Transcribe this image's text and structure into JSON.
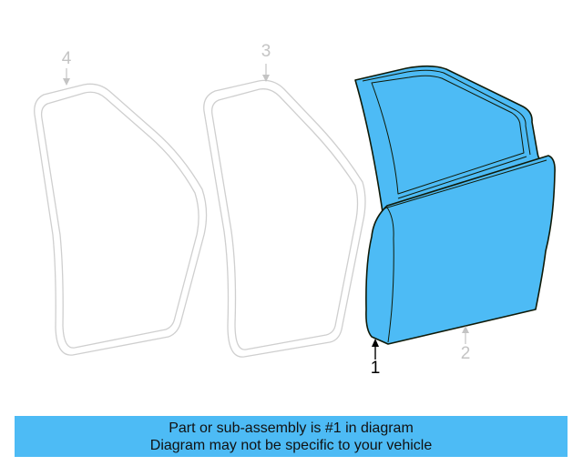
{
  "diagram": {
    "title": "Front door assembly exploded diagram",
    "colors": {
      "highlight_fill": "#4dbbf5",
      "highlight_stroke": "#0f1a08",
      "muted_stroke": "#cfcfcf",
      "muted_label": "#c4c4c4",
      "active_label": "#000000",
      "background": "#ffffff"
    },
    "parts": [
      {
        "number": "1",
        "name": "door-shell",
        "highlighted": true
      },
      {
        "number": "2",
        "name": "door-outer-panel",
        "highlighted": false
      },
      {
        "number": "3",
        "name": "door-weatherstrip-on-door",
        "highlighted": false
      },
      {
        "number": "4",
        "name": "door-weatherstrip-on-body",
        "highlighted": false
      }
    ],
    "callouts": {
      "c1": "1",
      "c2": "2",
      "c3": "3",
      "c4": "4"
    }
  },
  "banner": {
    "line1": "Part or sub-assembly is #1 in diagram",
    "line2": "Diagram may not be specific to your vehicle",
    "background": "#4dbbf5"
  }
}
